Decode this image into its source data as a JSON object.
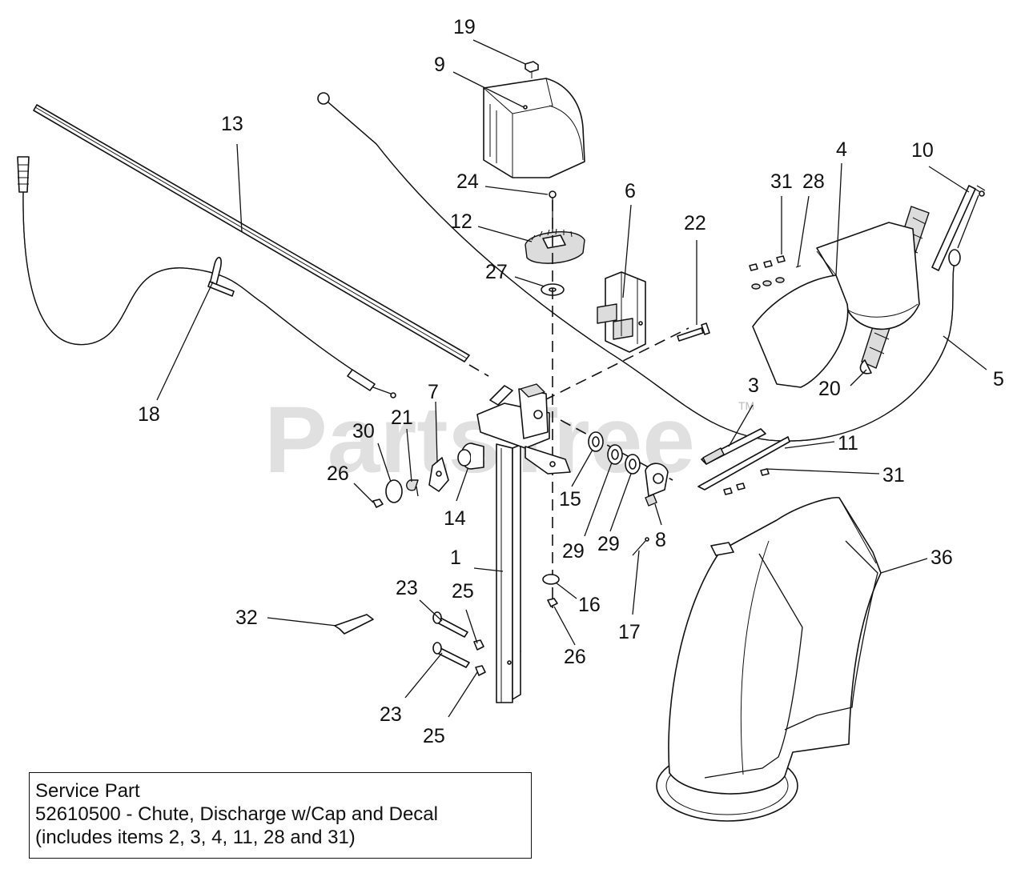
{
  "watermark": {
    "text": "PartsTree",
    "trademark": "TM"
  },
  "callouts": {
    "c1": "1",
    "c3": "3",
    "c4": "4",
    "c5": "5",
    "c6": "6",
    "c7": "7",
    "c8": "8",
    "c9": "9",
    "c10": "10",
    "c11": "11",
    "c12": "12",
    "c13": "13",
    "c14": "14",
    "c15": "15",
    "c16": "16",
    "c17": "17",
    "c18": "18",
    "c19": "19",
    "c20": "20",
    "c21": "21",
    "c22": "22",
    "c23a": "23",
    "c23b": "23",
    "c24": "24",
    "c25a": "25",
    "c25b": "25",
    "c26a": "26",
    "c26b": "26",
    "c27": "27",
    "c28": "28",
    "c29a": "29",
    "c29b": "29",
    "c30": "30",
    "c31a": "31",
    "c31b": "31",
    "c32": "32",
    "c36": "36"
  },
  "service_part": {
    "line1": "Service Part",
    "line2": "52610500 - Chute, Discharge w/Cap and Decal",
    "line3": "(includes items 2, 3, 4, 11, 28 and 31)"
  }
}
